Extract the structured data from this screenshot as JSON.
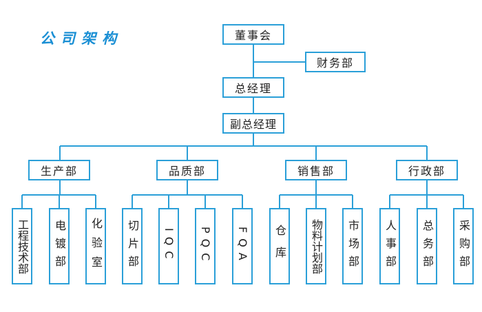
{
  "title": "公司架构",
  "colors": {
    "accent": "#1a8fd4",
    "line": "#2a9fd8",
    "text": "#222222"
  },
  "top": {
    "board": "董事会",
    "finance": "财务部",
    "gm": "总经理",
    "vgm": "副总经理"
  },
  "departments": [
    {
      "name": "生产部",
      "units": [
        "工程技术部",
        "电镀部",
        "化验室"
      ]
    },
    {
      "name": "品质部",
      "units": [
        "切片部",
        "IQC",
        "PQC",
        "FQA"
      ]
    },
    {
      "name": "销售部",
      "units": [
        "仓库",
        "物料计划部",
        "市场部"
      ]
    },
    {
      "name": "行政部",
      "units": [
        "人事部",
        "总务部",
        "采购部"
      ]
    }
  ]
}
